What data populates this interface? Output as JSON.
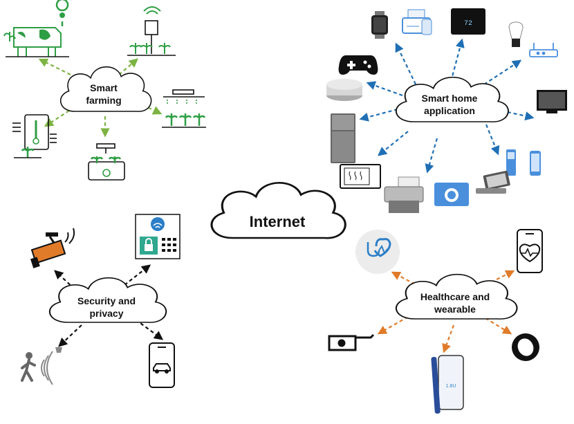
{
  "center": {
    "label": "Internet"
  },
  "clusters": {
    "farming": {
      "label_lines": [
        "Smart",
        "farming"
      ],
      "arrow_color": "#7cb342",
      "devices": [
        "livestock-tracking-icon",
        "weather-sensor-icon",
        "irrigation-sprinkler-icon",
        "hydroponic-plant-icon",
        "soil-thermometer-icon"
      ]
    },
    "smarthome": {
      "label_lines": [
        "Smart home",
        "application"
      ],
      "arrow_color": "#1f6fb5",
      "devices": [
        "smartwatch-icon",
        "fax-machine-icon",
        "thermostat-icon",
        "smart-bulb-icon",
        "wifi-router-icon",
        "television-icon",
        "mobile-phones-icon",
        "laptop-icon",
        "camera-icon",
        "printer-icon",
        "microwave-icon",
        "refrigerator-icon",
        "smart-speaker-icon",
        "game-controller-icon"
      ]
    },
    "security": {
      "label_lines": [
        "Security and",
        "privacy"
      ],
      "arrow_color": "#111111",
      "devices": [
        "cctv-camera-icon",
        "smart-door-lock-icon",
        "smartphone-car-app-icon",
        "motion-sensor-person-icon"
      ]
    },
    "healthcare": {
      "label_lines": [
        "Healthcare and",
        "wearable"
      ],
      "arrow_color": "#e07b2a",
      "devices": [
        "heart-stethoscope-icon",
        "phone-heart-monitor-icon",
        "smart-ring-icon",
        "insulin-pen-app-icon",
        "smart-glasses-icon"
      ]
    }
  }
}
